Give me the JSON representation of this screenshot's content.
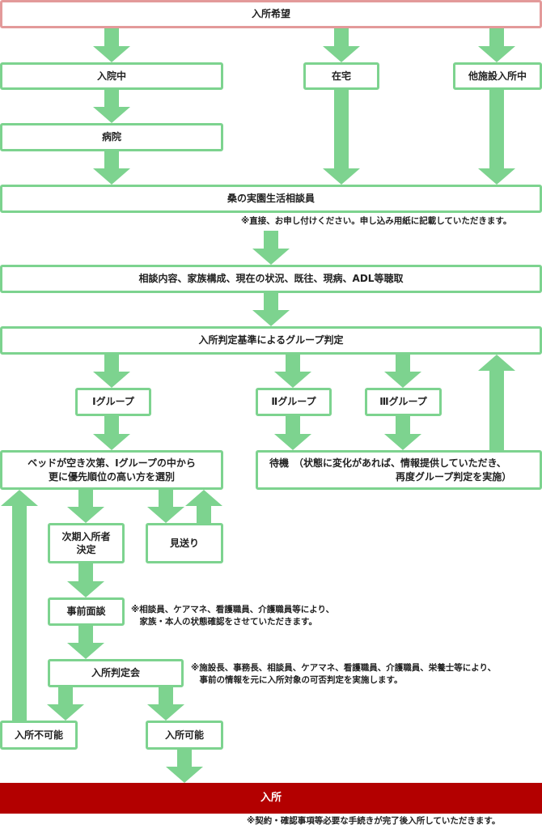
{
  "colors": {
    "arrow": "#7dd38f",
    "box_border": "#7dd38f",
    "top_border": "#e39a9a",
    "final_fill": "#b30000"
  },
  "nodes": {
    "request": "入所希望",
    "hospitalized": "入院中",
    "at_home": "在宅",
    "other_facility": "他施設入所中",
    "hospital": "病院",
    "counselor": "桑の実園生活相談員",
    "hearing": "相談内容、家族構成、現在の状況、既往、現病、ADL等聴取",
    "group_judgement": "入所判定基準によるグループ判定",
    "group1": "Ⅰグループ",
    "group2": "Ⅱグループ",
    "group3": "Ⅲグループ",
    "select": "ベッドが空き次第、Ⅰグループの中から\n更に優先順位の高い方を選別",
    "wait": "待機　（状態に変化があれば、情報提供していただき、\n　　　　　　　　　　　　　再度グループ判定を実施）",
    "next_decided": "次期入所者\n決定",
    "deferred": "見送り",
    "pre_interview": "事前面談",
    "committee": "入所判定会",
    "not_possible": "入所不可能",
    "possible": "入所可能",
    "admission": "入所"
  },
  "notes": {
    "counselor_note": "※直接、お申し付けください。申し込み用紙に記載していただきます。",
    "interview_note": "※相談員、ケアマネ、看護職員、介護職員等により、\n　家族・本人の状態確認をさせていただきます。",
    "committee_note": "※施設長、事務長、相談員、ケアマネ、看護職員、介護職員、栄養士等により、\n　事前の情報を元に入所対象の可否判定を実施します。",
    "admission_note": "※契約・確認事項等必要な手続きが完了後入所していただきます。"
  }
}
